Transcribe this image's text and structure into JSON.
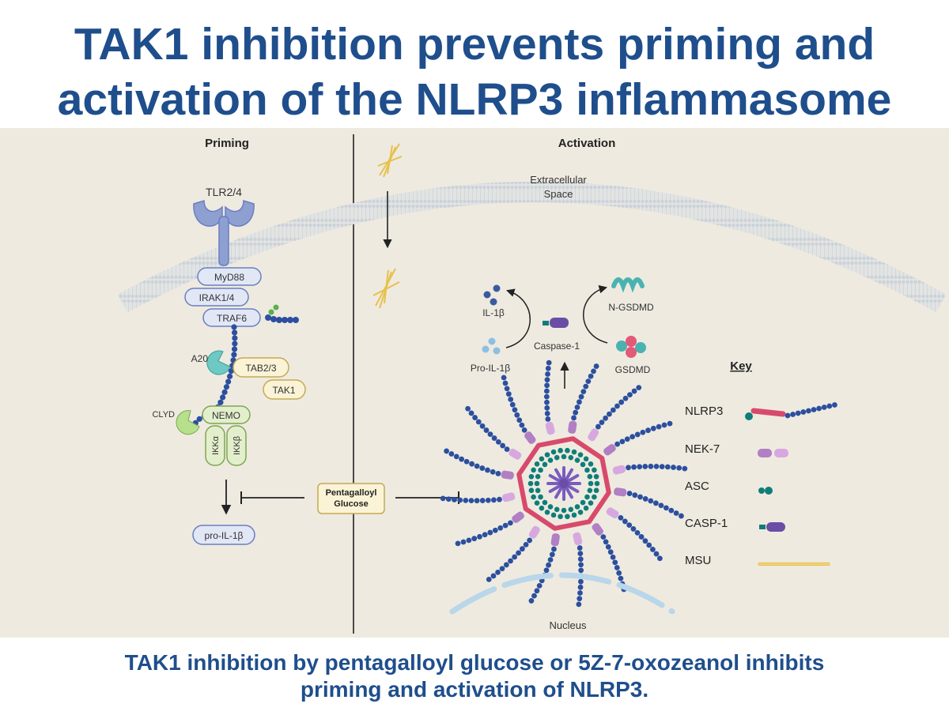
{
  "title": {
    "line1": "TAK1 inhibition prevents priming and",
    "line2": "activation of the NLRP3 inflammasome"
  },
  "panels": {
    "priming": "Priming",
    "activation": "Activation"
  },
  "regions": {
    "extracellular_line1": "Extracellular",
    "extracellular_line2": "Space",
    "nucleus": "Nucleus"
  },
  "priming": {
    "receptor": "TLR2/4",
    "myd88": "MyD88",
    "irak": "IRAK1/4",
    "traf6": "TRAF6",
    "a20": "A20",
    "tab23": "TAB2/3",
    "tak1": "TAK1",
    "clyd": "CLYD",
    "nemo": "NEMO",
    "ikka": "IKKα",
    "ikkb": "IKKβ",
    "output": "pro-IL-1β"
  },
  "inhibitor": {
    "line1": "Pentagalloyl",
    "line2": "Glucose"
  },
  "activation": {
    "il1b": "IL-1β",
    "pro_il1b": "Pro-IL-1β",
    "caspase1": "Caspase-1",
    "ngsdmd": "N-GSDMD",
    "gsdmd": "GSDMD"
  },
  "key": {
    "title": "Key",
    "items": [
      "NLRP3",
      "NEK-7",
      "ASC",
      "CASP-1",
      "MSU"
    ]
  },
  "caption": {
    "line1": "TAK1 inhibition by pentagalloyl glucose or 5Z-7-oxozeanol inhibits",
    "line2": "priming and activation of NLRP3."
  },
  "colors": {
    "title": "#1f4e8c",
    "panel_bg": "#eeeae0",
    "receptor": "#8e9fd2",
    "node_stroke": "#6a7fc0",
    "ubiquitin": "#2c4f9e",
    "tab_fill": "#fbf3d6",
    "tab_stroke": "#c4aa55",
    "ikk_fill": "#e3efcc",
    "ikk_stroke": "#7ea652",
    "nlrp3": "#d84a6c",
    "nek7": "#b07fc4",
    "asc": "#0f7d78",
    "casp1": "#6a4ea6",
    "msu": "#e8c04a"
  }
}
